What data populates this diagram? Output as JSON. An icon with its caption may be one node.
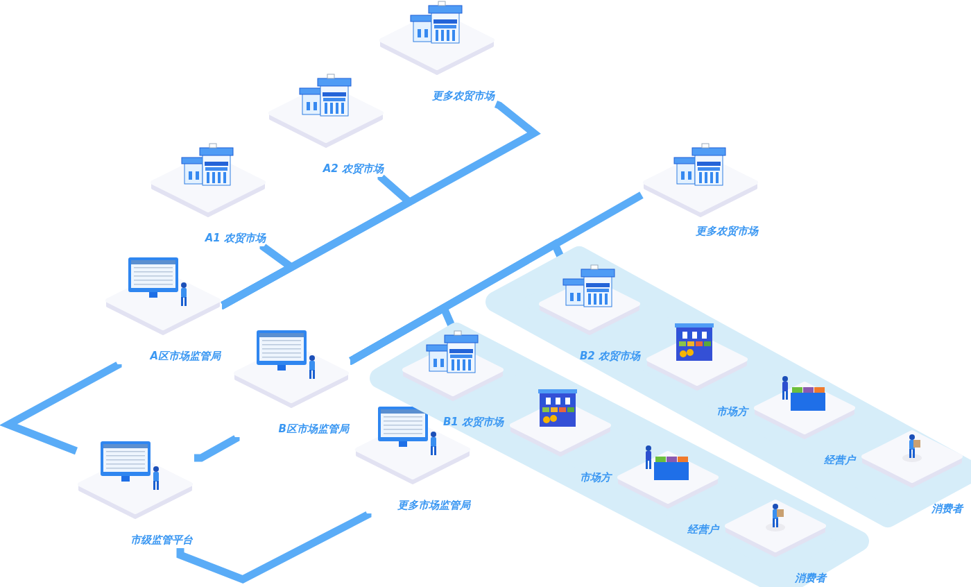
{
  "diagram": {
    "nodes": [
      {
        "text": [
          "市级监管平台"
        ]
      },
      {
        "text": [
          "A区市场监管局"
        ]
      },
      {
        "text": [
          "B区市场监管局"
        ]
      },
      {
        "text": [
          "更多市场监管局"
        ]
      },
      {
        "text": [
          "A1 农贸市场"
        ]
      },
      {
        "text": [
          "A2 农贸市场"
        ]
      },
      {
        "text": [
          "更多农贸市场"
        ]
      },
      {
        "text": [],
        "shape": "band"
      },
      {
        "text": [],
        "shape": "band"
      },
      {
        "text": [
          "B1 农贸市场"
        ],
        "in": 7
      },
      {
        "text": [
          "市场方"
        ],
        "in": 7
      },
      {
        "text": [
          "经营户"
        ],
        "in": 7
      },
      {
        "text": [
          "消费者"
        ],
        "in": 7
      },
      {
        "text": [
          "B2 农贸市场"
        ],
        "in": 8
      },
      {
        "text": [
          "市场方"
        ],
        "in": 8
      },
      {
        "text": [
          "经营户"
        ],
        "in": 8
      },
      {
        "text": [
          "消费者"
        ],
        "in": 8
      },
      {
        "text": [
          "更多农贸市场"
        ]
      }
    ],
    "edges": [
      {
        "from": 0,
        "to": 1,
        "arrow": "none"
      },
      {
        "from": 0,
        "to": 2,
        "arrow": "none"
      },
      {
        "from": 0,
        "to": 3,
        "arrow": "none"
      },
      {
        "from": 1,
        "to": 4,
        "arrow": "none"
      },
      {
        "from": 1,
        "to": 5,
        "arrow": "none"
      },
      {
        "from": 1,
        "to": 6,
        "arrow": "none"
      },
      {
        "from": 2,
        "to": 9,
        "arrow": "none"
      },
      {
        "from": 2,
        "to": 13,
        "arrow": "none"
      },
      {
        "from": 2,
        "to": 17,
        "arrow": "none"
      }
    ]
  }
}
